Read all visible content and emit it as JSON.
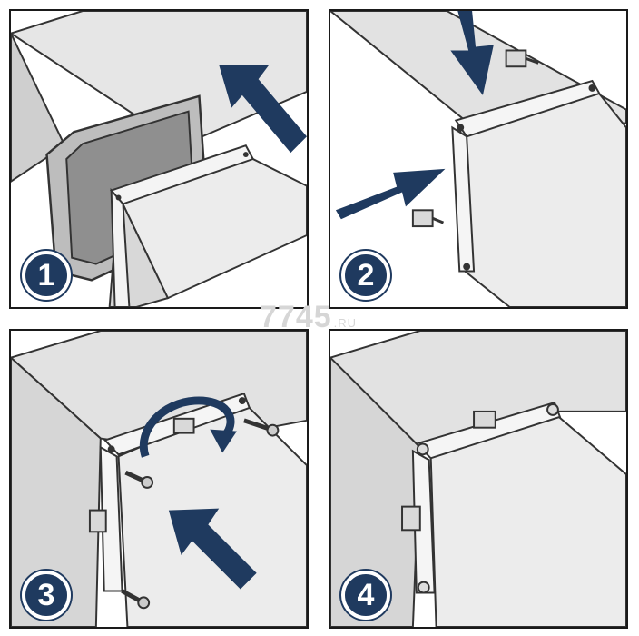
{
  "steps": [
    {
      "number": "1"
    },
    {
      "number": "2"
    },
    {
      "number": "3"
    },
    {
      "number": "4"
    }
  ],
  "watermark": {
    "brand": "7745",
    "suffix": ".RU"
  },
  "colors": {
    "arrow": "#1f3a5f",
    "duct_light": "#eeeeee",
    "duct_mid": "#d4d4d4",
    "duct_dark": "#9a9a9a",
    "outline": "#333333",
    "badge": "#1f3a5f"
  }
}
